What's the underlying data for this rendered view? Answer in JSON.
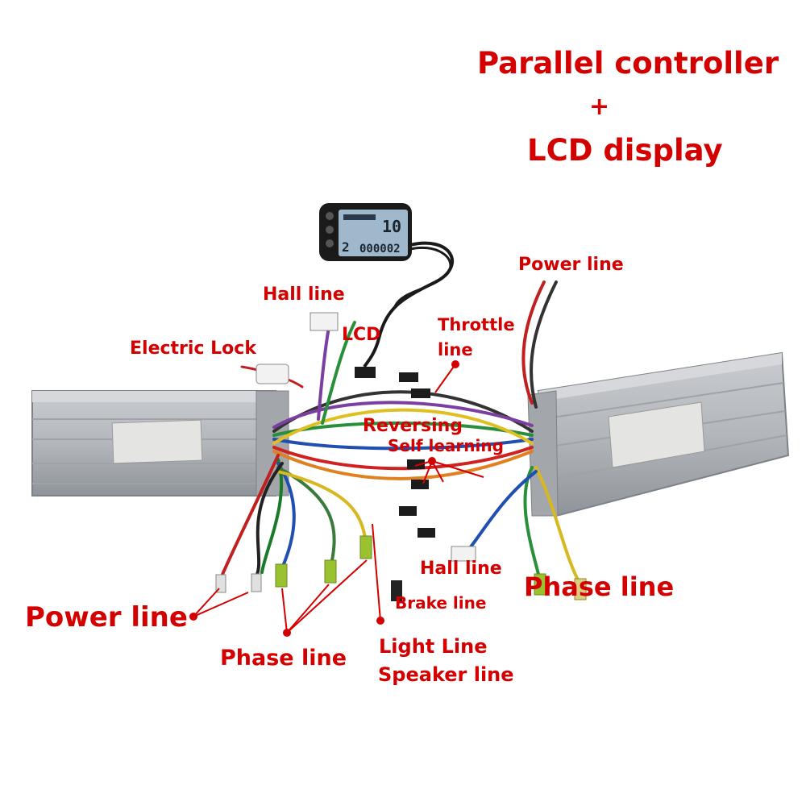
{
  "colors": {
    "label": "#d40000",
    "background": "#ffffff",
    "controller_body": "#a9adb2",
    "controller_fin": "#c9ccd0",
    "lcd_screen": "#9fb8cc"
  },
  "title": {
    "line1": "Parallel controller",
    "plus": "+",
    "line2": "LCD display"
  },
  "labels": {
    "power_line_top": "Power line",
    "hall_line_top": "Hall line",
    "throttle_line": "Throttle",
    "throttle_line_2": "line",
    "lcd": "LCD",
    "electric_lock": "Electric Lock",
    "reversing": "Reversing",
    "self_learning": "Self learning",
    "hall_line_bottom": "Hall line",
    "phase_line_right": "Phase line",
    "brake_line": "Brake line",
    "power_line_left": "Power line",
    "light_line": "Light Line",
    "phase_line_left": "Phase line",
    "speaker_line": "Speaker line"
  },
  "lcd_display": {
    "speed": "10",
    "odometer": "000002",
    "gear": "2"
  }
}
